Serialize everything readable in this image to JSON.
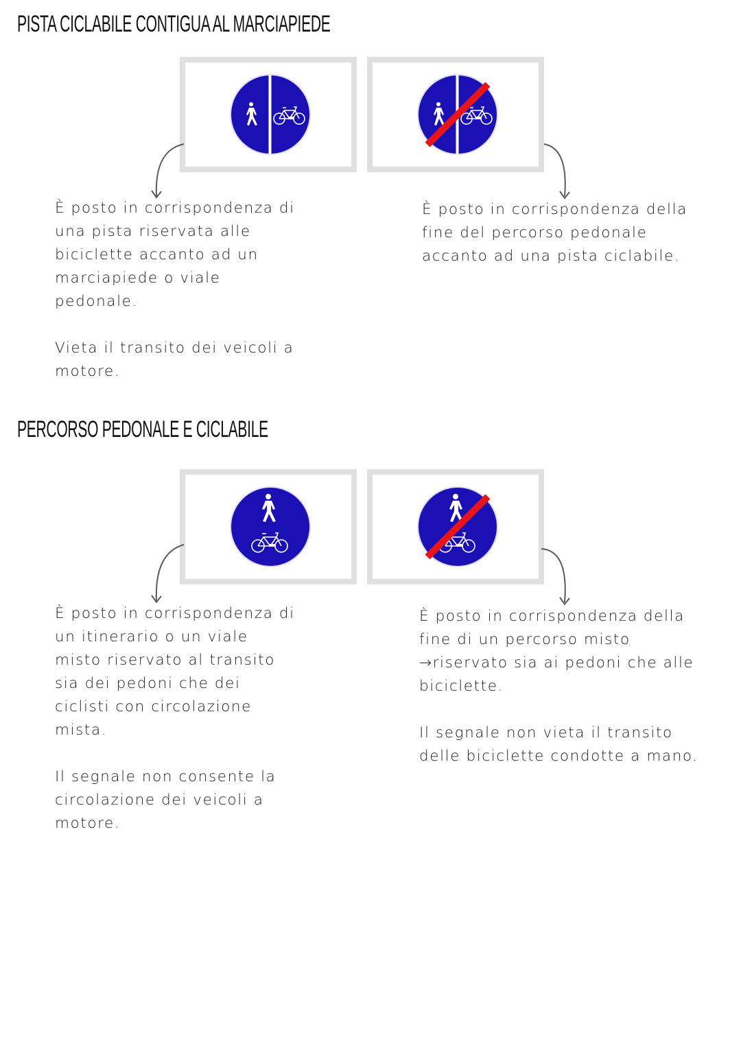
{
  "sections": [
    {
      "title": "PISTA CICLABILE CONTIGUA AL MARCIAPIEDE",
      "signs": [
        {
          "name": "pista-ciclabile-contigua-sign",
          "type": "split-pedestrian-bicycle",
          "ended": false,
          "description": [
            "È posto in corrispondenza di una pista riservata alle biciclette accanto ad un marciapiede o viale pedonale.",
            "Vieta il transito dei veicoli a motore."
          ]
        },
        {
          "name": "fine-pista-ciclabile-contigua-sign",
          "type": "split-pedestrian-bicycle",
          "ended": true,
          "description": [
            "È posto in corrispondenza della fine del percorso pedonale accanto ad una pista ciclabile."
          ]
        }
      ]
    },
    {
      "title": "PERCORSO PEDONALE E CICLABILE",
      "signs": [
        {
          "name": "percorso-pedonale-ciclabile-sign",
          "type": "stacked-pedestrian-bicycle",
          "ended": false,
          "description": [
            "È posto in corrispondenza di un itinerario o un viale misto riservato al transito sia dei pedoni che dei ciclisti con circolazione mista.",
            "Il segnale non consente la circolazione dei veicoli a motore."
          ]
        },
        {
          "name": "fine-percorso-pedonale-ciclabile-sign",
          "type": "stacked-pedestrian-bicycle",
          "ended": true,
          "description": [
            "È posto in corrispondenza della fine di un percorso misto →riservato sia ai pedoni che alle biciclette.",
            "Il segnale non vieta il transito delle biciclette condotte a mano."
          ]
        }
      ]
    }
  ],
  "colors": {
    "sign_blue": "#1a10b4",
    "end_stripe_red": "#e8141c",
    "frame_grey": "#e0e0e0",
    "arrow_grey": "#5a5a5a",
    "text": "#1e1e1e"
  }
}
